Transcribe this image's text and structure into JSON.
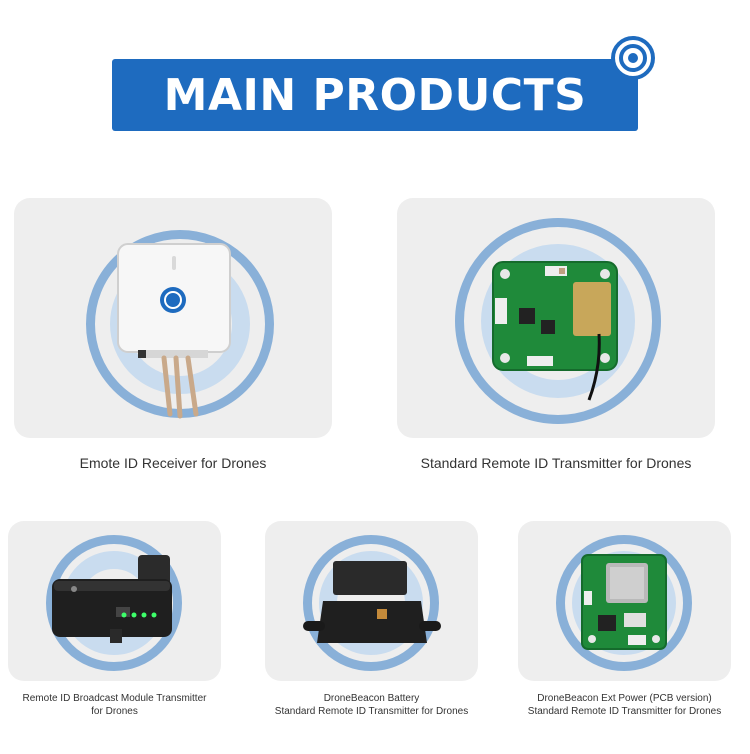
{
  "banner": {
    "title": "MAIN PRODUCTS"
  },
  "icons": {
    "corner": "target-icon"
  },
  "colors": {
    "brand_blue": "#1e6bbf",
    "ring_blue": "#89b0d8",
    "card_bg": "#eeeeee",
    "pcb_green": "#1f8a3a"
  },
  "products": [
    {
      "caption": "Emote ID Receiver for Drones"
    },
    {
      "caption": "Standard Remote ID Transmitter for Drones"
    },
    {
      "caption_line1": "Remote ID Broadcast Module Transmitter",
      "caption_line2": "for Drones"
    },
    {
      "caption_line1": "DroneBeacon Battery",
      "caption_line2": "Standard Remote ID Transmitter for Drones"
    },
    {
      "caption_line1": "DroneBeacon Ext Power (PCB version)",
      "caption_line2": "Standard Remote ID Transmitter for Drones"
    }
  ]
}
